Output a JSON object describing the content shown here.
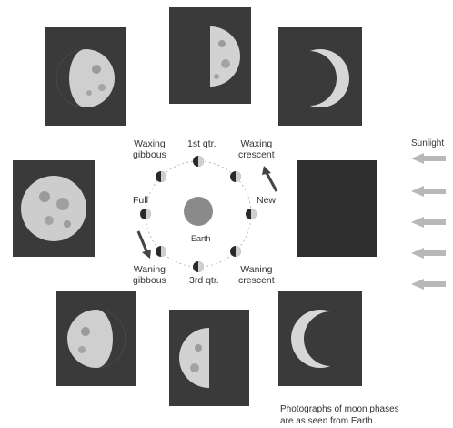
{
  "labels": {
    "waxing_gibbous": "Waxing\ngibbous",
    "first_quarter": "1st qtr.",
    "waxing_crescent": "Waxing\ncrescent",
    "full": "Full",
    "new": "New",
    "earth": "Earth",
    "waning_gibbous": "Waning\ngibbous",
    "third_quarter": "3rd qtr.",
    "waning_crescent": "Waning\ncrescent",
    "sunlight": "Sunlight"
  },
  "caption": "Photographs of moon phases\nare as seen from Earth.",
  "colors": {
    "photo_bg": "#3a3a3a",
    "moon_light": "#d9d9d9",
    "moon_dark": "#2a2a2a",
    "earth": "#8a8a8a"
  }
}
